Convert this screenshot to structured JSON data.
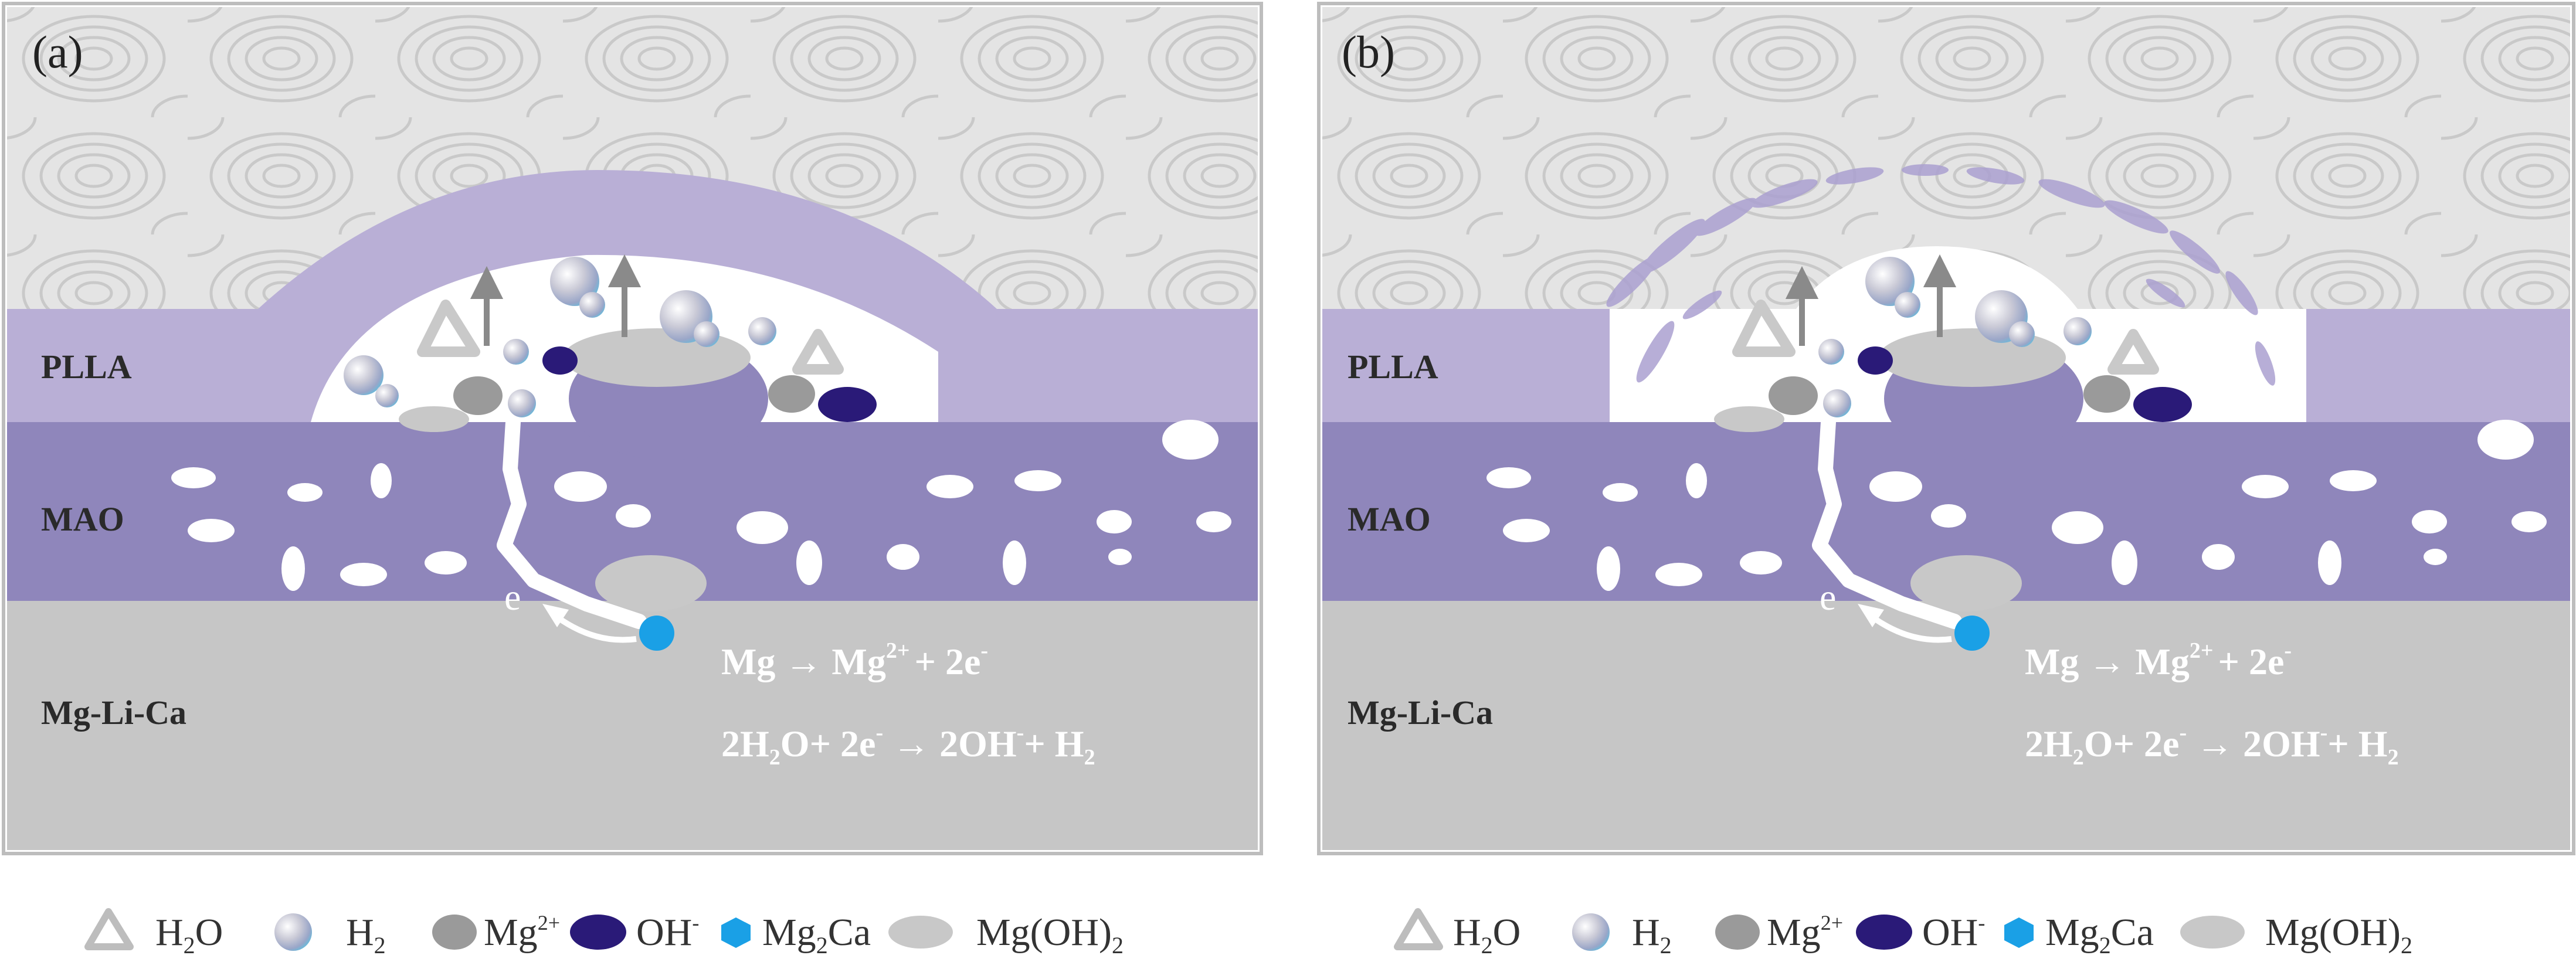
{
  "panels": [
    {
      "label": "(a)",
      "layers": {
        "top": "PLLA",
        "middle": "MAO",
        "bottom": "Mg-Li-Ca"
      },
      "electron": "e",
      "equations": {
        "eq1_lhs": "Mg",
        "eq1_rhs": "Mg",
        "eq1_charge": "2+",
        "eq1_tail": "+ 2e",
        "eq1_tail_sup": "-",
        "eq2_a": "2H",
        "eq2_a_sub": "2",
        "eq2_b": "O+ 2e",
        "eq2_b_sup": "-",
        "eq2_c": "2OH",
        "eq2_c_sup": "-",
        "eq2_d": "+ H",
        "eq2_d_sub": "2"
      }
    },
    {
      "label": "(b)",
      "layers": {
        "top": "PLLA",
        "middle": "MAO",
        "bottom": "Mg-Li-Ca"
      },
      "electron": "e",
      "equations": {
        "eq1_lhs": "Mg",
        "eq1_rhs": "Mg",
        "eq1_charge": "2+",
        "eq1_tail": "+ 2e",
        "eq1_tail_sup": "-",
        "eq2_a": "2H",
        "eq2_a_sub": "2",
        "eq2_b": "O+ 2e",
        "eq2_b_sup": "-",
        "eq2_c": "2OH",
        "eq2_c_sup": "-",
        "eq2_d": "+ H",
        "eq2_d_sub": "2"
      }
    }
  ],
  "legend": {
    "h2o": "H",
    "h2o_sub": "2",
    "h2o_tail": "O",
    "h2": "H",
    "h2_sub": "2",
    "mg": "Mg",
    "mg_sup": "2+",
    "oh": "OH",
    "oh_sup": "-",
    "mg2ca": "Mg",
    "mg2ca_sub": "2",
    "mg2ca_tail": "Ca",
    "mgoh2": "Mg(OH)",
    "mgoh2_sub": "2"
  },
  "colors": {
    "water": "#dcdcdc",
    "plla": "#b9afd6",
    "mao": "#8f86bb",
    "substrate": "#c6c6c6",
    "mg_ion": "#9a9a9a",
    "hydroxide": "#2a1a78",
    "mg2ca": "#1aa0e6",
    "mgoh2": "#c8c8c8"
  }
}
